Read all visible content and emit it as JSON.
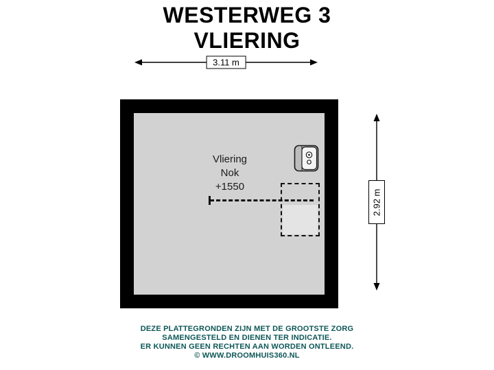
{
  "title": {
    "line1": "WESTERWEG 3",
    "line2": "VLIERING"
  },
  "dimensions": {
    "width": "3.11 m",
    "height": "2.92 m"
  },
  "room": {
    "name": "Vliering",
    "ridge_label": "Nok",
    "ridge_height": "+1550"
  },
  "icons": {
    "boiler": "boiler-icon",
    "width_arrow": "horizontal-arrow-icon",
    "height_arrow": "vertical-arrow-icon"
  },
  "footer": {
    "line1": "DEZE PLATTEGRONDEN ZIJN MET DE GROOTSTE ZORG",
    "line2": "SAMENGESTELD EN DIENEN TER INDICATIE.",
    "line3": "ER KUNNEN GEEN RECHTEN AAN WORDEN ONTLEEND.",
    "line4": "© WWW.DROOMHUIS360.NL"
  },
  "colors": {
    "wall": "#000000",
    "floor": "#d2d2d2",
    "hatch_fill": "#e4e4e4",
    "footer_text": "#0d5656"
  }
}
